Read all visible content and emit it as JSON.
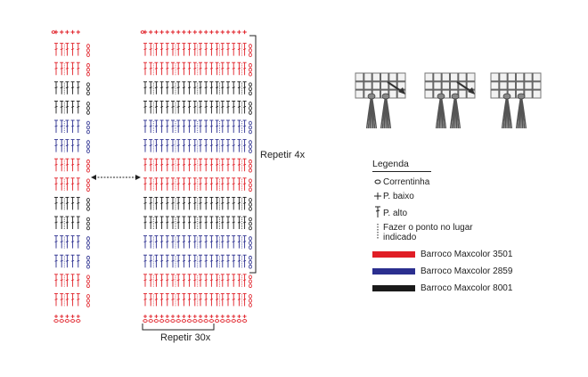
{
  "diagram": {
    "repeat_vertical_label": "Repetir 4x",
    "repeat_horizontal_label": "Repetir 30x"
  },
  "legend": {
    "title": "Legenda",
    "items": [
      {
        "symbol": "chain-icon",
        "label": "Correntinha"
      },
      {
        "symbol": "plus-icon",
        "label": "P. baixo"
      },
      {
        "symbol": "t-stitch-icon",
        "label": "P. alto"
      },
      {
        "symbol": "dotted-line-icon",
        "label": "Fazer o ponto no lugar indicado"
      }
    ],
    "colors": [
      {
        "label": "Barroco Maxcolor 3501",
        "color": "#e01e26"
      },
      {
        "label": "Barroco Maxcolor 2859",
        "color": "#2b2f8f"
      },
      {
        "label": "Barroco Maxcolor 8001",
        "color": "#1a1a1a"
      }
    ]
  },
  "rows": [
    {
      "color": "#e01e26",
      "type": "plus"
    },
    {
      "color": "#e01e26",
      "type": "tall"
    },
    {
      "color": "#e01e26",
      "type": "tall"
    },
    {
      "color": "#1a1a1a",
      "type": "tall"
    },
    {
      "color": "#1a1a1a",
      "type": "tall"
    },
    {
      "color": "#2b2f8f",
      "type": "tall"
    },
    {
      "color": "#2b2f8f",
      "type": "tall"
    },
    {
      "color": "#e01e26",
      "type": "tall"
    },
    {
      "color": "#e01e26",
      "type": "tall"
    },
    {
      "color": "#1a1a1a",
      "type": "tall"
    },
    {
      "color": "#1a1a1a",
      "type": "tall"
    },
    {
      "color": "#2b2f8f",
      "type": "tall"
    },
    {
      "color": "#2b2f8f",
      "type": "tall"
    },
    {
      "color": "#e01e26",
      "type": "tall"
    },
    {
      "color": "#e01e26",
      "type": "tall"
    },
    {
      "color": "#e01e26",
      "type": "base"
    }
  ]
}
